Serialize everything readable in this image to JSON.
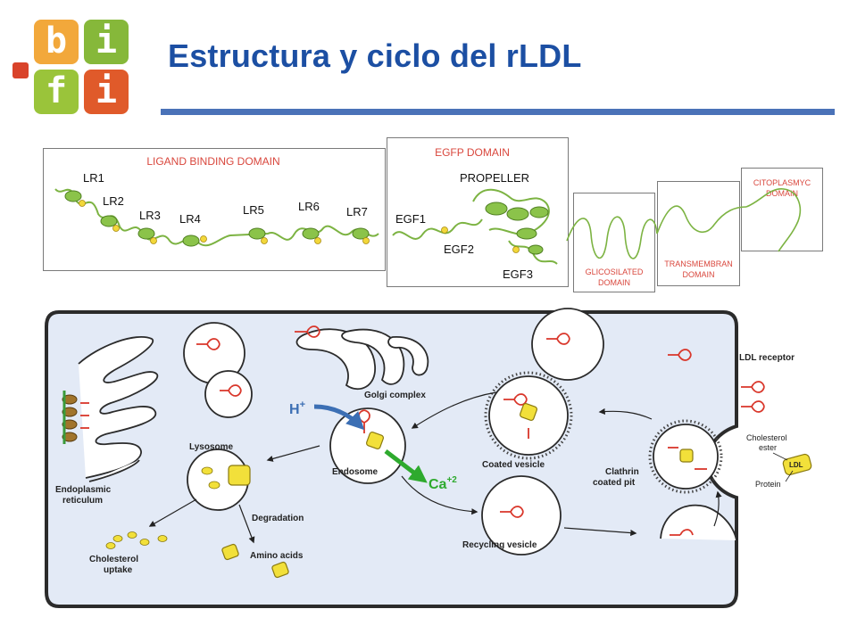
{
  "logo": {
    "letters": [
      "b",
      "i",
      "f",
      "i"
    ],
    "colors": [
      "#f2a83b",
      "#86b83a",
      "#9ac43a",
      "#e05a2a"
    ],
    "accent": "#d9432a"
  },
  "slide": {
    "title": "Estructura y ciclo del rLDL",
    "title_color": "#1c4fa3",
    "rule_color": "#4a72b8"
  },
  "domains": {
    "ligand": {
      "title": "LIGAND BINDING DOMAIN",
      "repeats": [
        "LR1",
        "LR2",
        "LR3",
        "LR4",
        "LR5",
        "LR6",
        "LR7"
      ]
    },
    "egfp": {
      "title": "EGFP DOMAIN",
      "propeller": "PROPELLER",
      "egf": [
        "EGF1",
        "EGF2",
        "EGF3"
      ]
    },
    "glyco": {
      "line1": "GLICOSILATED",
      "line2": "DOMAIN"
    },
    "transmembrane": {
      "line1": "TRANSMEMBRAN",
      "line2": "DOMAIN"
    },
    "cytoplasmic": {
      "line1": "CITOPLASMYC",
      "line2": "DOMAIN"
    }
  },
  "cycle": {
    "er_line1": "Endoplasmic",
    "er_line2": "reticulum",
    "golgi": "Golgi complex",
    "lysosome": "Lysosome",
    "endosome": "Endosome",
    "h_plus": "H",
    "h_plus_sup": "+",
    "ca_label": "Ca",
    "ca_sup": "+2",
    "coated_vesicle": "Coated vesicle",
    "clathrin_line1": "Clathrin",
    "clathrin_line2": "coated pit",
    "recycling_vesicle": "Recycling vesicle",
    "degradation": "Degradation",
    "amino_acids": "Amino acids",
    "chol_uptake_line1": "Cholesterol",
    "chol_uptake_line2": "uptake",
    "ldl_receptor": "LDL receptor",
    "chol_ester_line1": "Cholesterol",
    "chol_ester_line2": "ester",
    "protein": "Protein",
    "ldl": "LDL"
  }
}
